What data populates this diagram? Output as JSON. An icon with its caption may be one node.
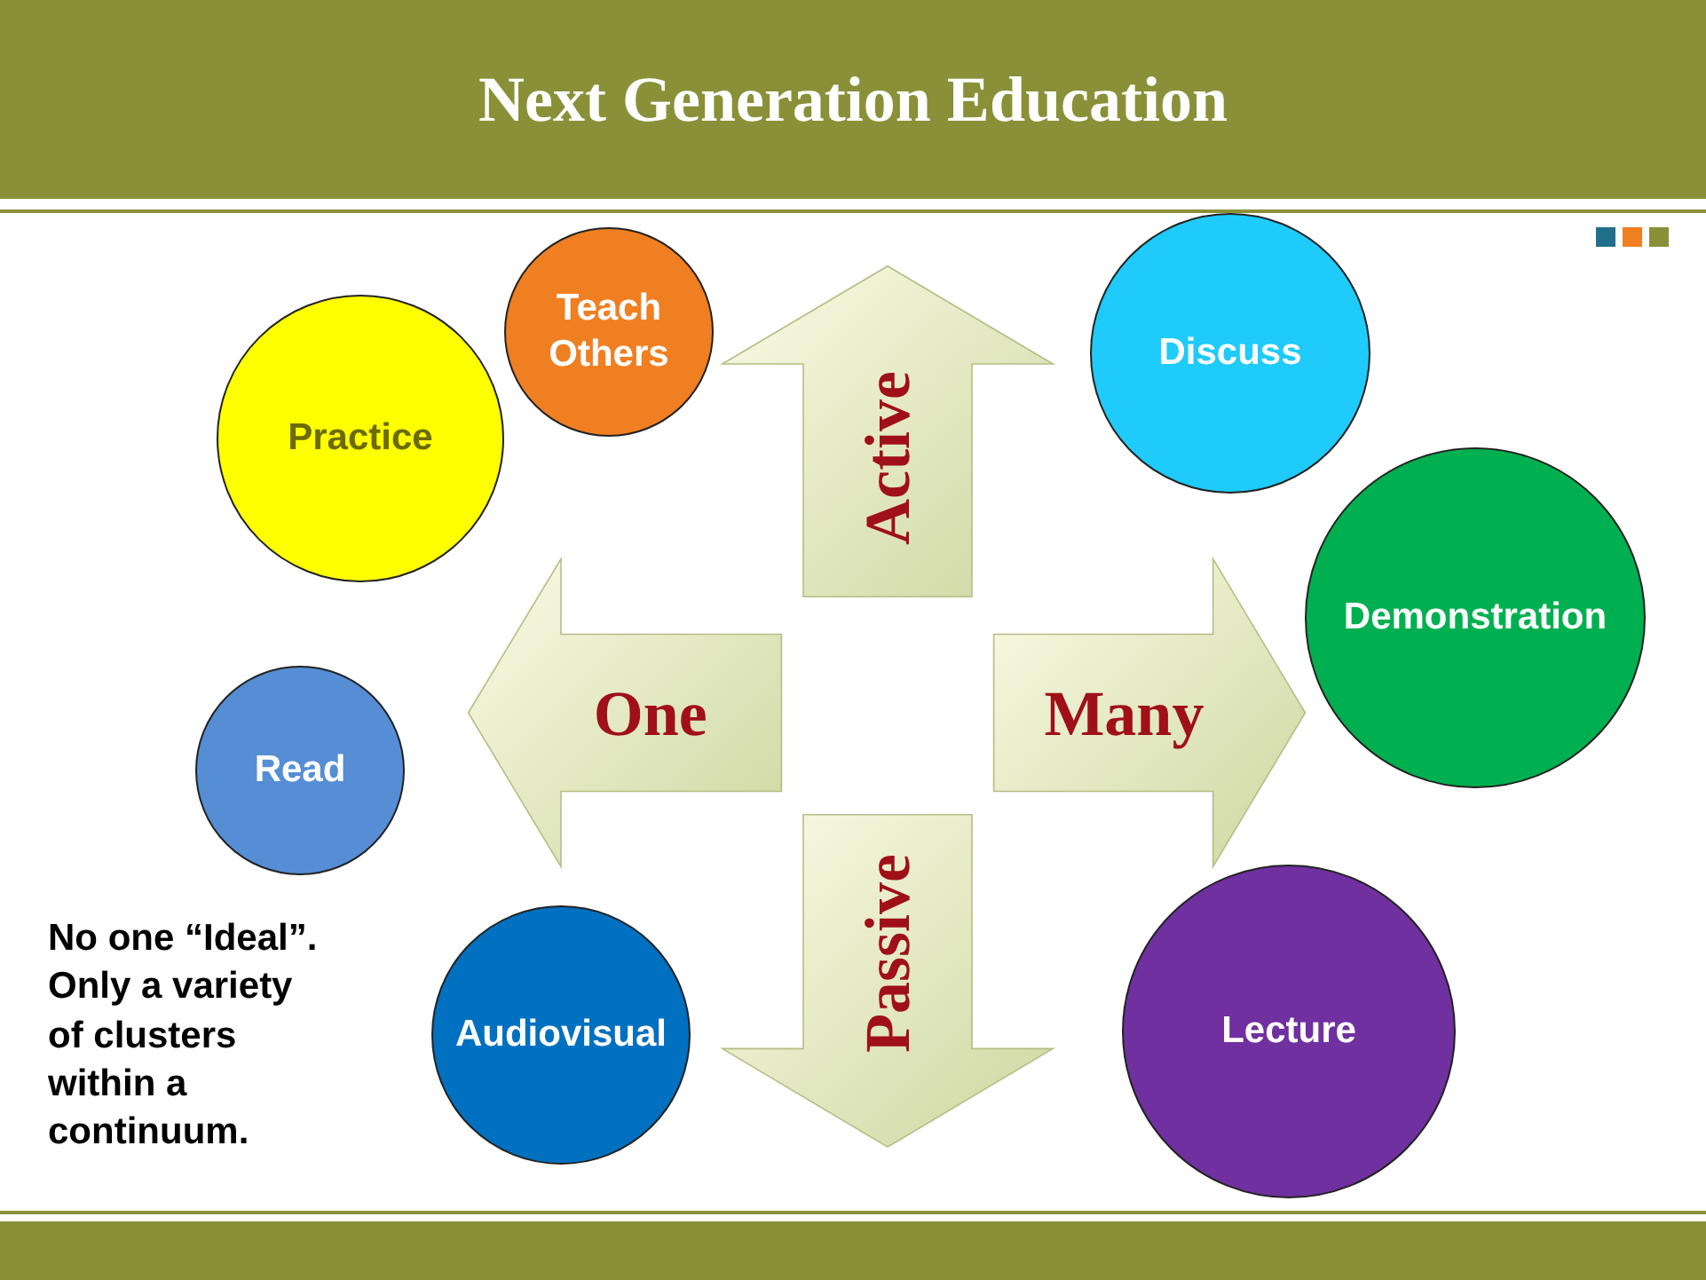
{
  "diagram": {
    "title": "Next Generation Education",
    "nodes": [
      {
        "text": [
          "Teach Others"
        ]
      },
      {
        "text": [
          "Active"
        ]
      },
      {
        "text": [
          "Discuss"
        ]
      },
      {
        "text": [
          "Practice"
        ]
      },
      {
        "text": [
          "Demonstration"
        ]
      },
      {
        "text": [
          "One"
        ]
      },
      {
        "text": [
          "Many"
        ]
      },
      {
        "text": [
          "Read"
        ]
      },
      {
        "text": [
          "Passive"
        ]
      },
      {
        "text": [
          "Lecture"
        ]
      },
      {
        "text": [
          "Audiovisual"
        ]
      }
    ],
    "edges": [],
    "labels": [
      "No one “Ideal”. Only a variety of clusters within a continuum."
    ]
  }
}
